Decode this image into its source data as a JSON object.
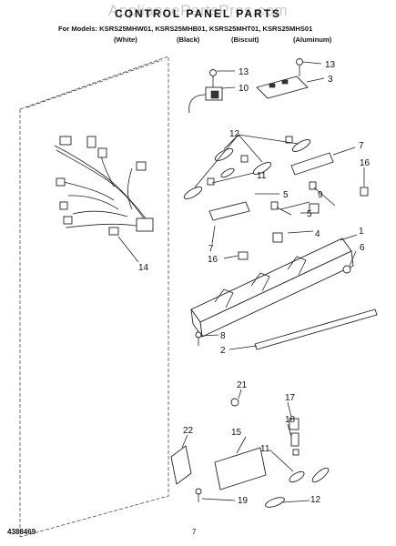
{
  "header": {
    "watermark": "AppliancePartsPros.com",
    "title": "CONTROL PANEL PARTS",
    "models_line": "For Models: KSRS25MHW01, KSRS25MHB01, KSRS25MHT01, KSRS25MHS01",
    "variants": [
      "(White)",
      "(Black)",
      "(Biscuit)",
      "(Aluminum)"
    ]
  },
  "callouts": [
    {
      "id": "c13a",
      "text": "13"
    },
    {
      "id": "c10",
      "text": "10"
    },
    {
      "id": "c13b",
      "text": "13"
    },
    {
      "id": "c3",
      "text": "3"
    },
    {
      "id": "c12a",
      "text": "12"
    },
    {
      "id": "c7a",
      "text": "7"
    },
    {
      "id": "c11a",
      "text": "11"
    },
    {
      "id": "c16a",
      "text": "16"
    },
    {
      "id": "c5a",
      "text": "5"
    },
    {
      "id": "c9",
      "text": "9"
    },
    {
      "id": "c5b",
      "text": "5"
    },
    {
      "id": "c7b",
      "text": "7"
    },
    {
      "id": "c4",
      "text": "4"
    },
    {
      "id": "c1",
      "text": "1"
    },
    {
      "id": "c6",
      "text": "6"
    },
    {
      "id": "c14",
      "text": "14"
    },
    {
      "id": "c16b",
      "text": "16"
    },
    {
      "id": "c8",
      "text": "8"
    },
    {
      "id": "c2",
      "text": "2"
    },
    {
      "id": "c21",
      "text": "21"
    },
    {
      "id": "c17",
      "text": "17"
    },
    {
      "id": "c18",
      "text": "18"
    },
    {
      "id": "c22",
      "text": "22"
    },
    {
      "id": "c15",
      "text": "15"
    },
    {
      "id": "c11b",
      "text": "11"
    },
    {
      "id": "c12b",
      "text": "12"
    },
    {
      "id": "c19",
      "text": "19"
    }
  ],
  "footer": {
    "doc_number": "4388469",
    "page_number": "7"
  }
}
